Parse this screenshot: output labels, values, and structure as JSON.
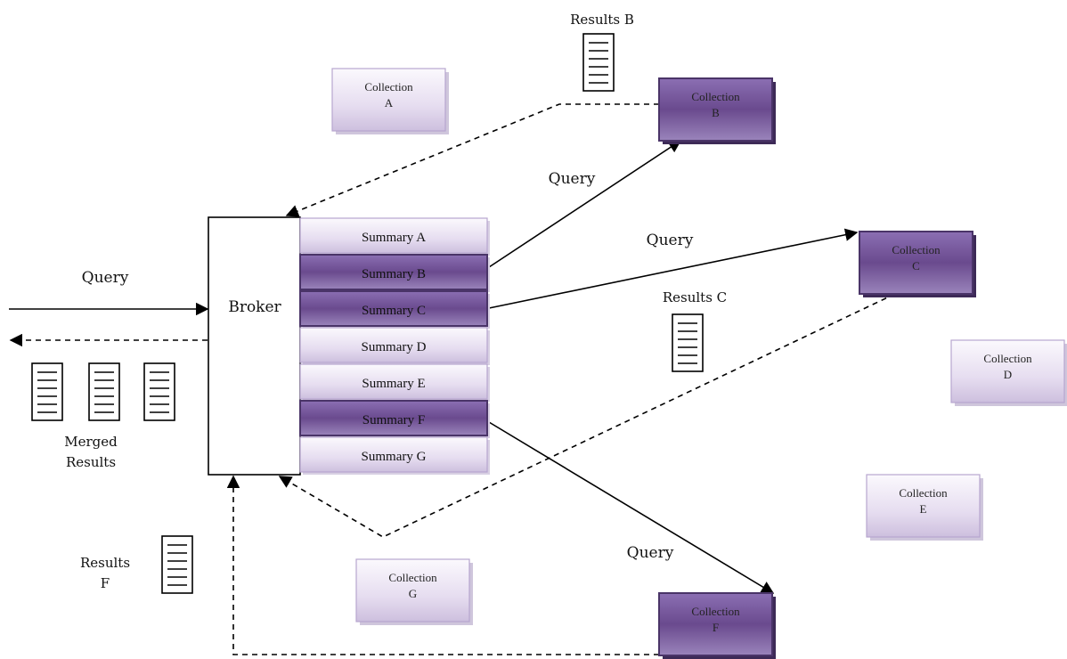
{
  "broker": {
    "label": "Broker"
  },
  "summaries": [
    {
      "id": "A",
      "label": "Summary A",
      "selected": false
    },
    {
      "id": "B",
      "label": "Summary B",
      "selected": true
    },
    {
      "id": "C",
      "label": "Summary C",
      "selected": true
    },
    {
      "id": "D",
      "label": "Summary D",
      "selected": false
    },
    {
      "id": "E",
      "label": "Summary E",
      "selected": false
    },
    {
      "id": "F",
      "label": "Summary F",
      "selected": true
    },
    {
      "id": "G",
      "label": "Summary G",
      "selected": false
    }
  ],
  "collections": [
    {
      "id": "A",
      "line1": "Collection",
      "line2": "A",
      "selected": false
    },
    {
      "id": "B",
      "line1": "Collection",
      "line2": "B",
      "selected": true
    },
    {
      "id": "C",
      "line1": "Collection",
      "line2": "C",
      "selected": true
    },
    {
      "id": "D",
      "line1": "Collection",
      "line2": "D",
      "selected": false
    },
    {
      "id": "E",
      "line1": "Collection",
      "line2": "E",
      "selected": false
    },
    {
      "id": "F",
      "line1": "Collection",
      "line2": "F",
      "selected": true
    },
    {
      "id": "G",
      "line1": "Collection",
      "line2": "G",
      "selected": false
    }
  ],
  "labels": {
    "query_in": "Query",
    "query_b": "Query",
    "query_c": "Query",
    "query_f": "Query",
    "results_b": "Results B",
    "results_c": "Results C",
    "results_f_line1": "Results",
    "results_f_line2": "F",
    "merged_line1": "Merged",
    "merged_line2": "Results"
  },
  "colors": {
    "selected_dark": "#6a4a8e",
    "selected_light": "#9c86bd",
    "unselected_light": "#f7f4fb",
    "unselected_dark": "#c7b9da",
    "border_dark": "#4a3468",
    "border_light": "#b7a6cf"
  }
}
